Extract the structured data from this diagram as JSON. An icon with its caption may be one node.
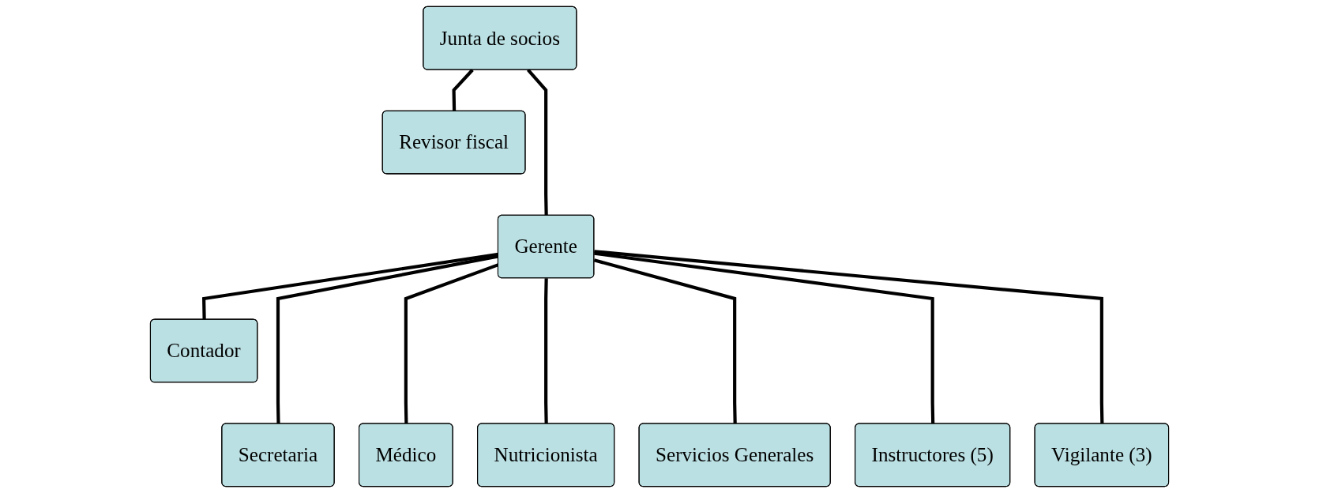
{
  "diagram": {
    "nodes": [
      {
        "text": [
          "Junta de socios"
        ]
      },
      {
        "text": [
          "Revisor fiscal"
        ]
      },
      {
        "text": [
          "Gerente"
        ]
      },
      {
        "text": [
          "Contador"
        ]
      },
      {
        "text": [
          "Secretaria"
        ]
      },
      {
        "text": [
          "Médico"
        ]
      },
      {
        "text": [
          "Nutricionista"
        ]
      },
      {
        "text": [
          "Servicios Generales"
        ]
      },
      {
        "text": [
          "Instructores (5)"
        ]
      },
      {
        "text": [
          "Vigilante (3)"
        ]
      }
    ],
    "edges": [
      {
        "from": 0,
        "to": 2,
        "arrow": "none"
      },
      {
        "from": 0,
        "to": 1,
        "arrow": "none"
      },
      {
        "from": 2,
        "to": 3,
        "arrow": "none"
      },
      {
        "from": 2,
        "to": 4,
        "arrow": "none"
      },
      {
        "from": 2,
        "to": 5,
        "arrow": "none"
      },
      {
        "from": 2,
        "to": 6,
        "arrow": "none"
      },
      {
        "from": 2,
        "to": 7,
        "arrow": "none"
      },
      {
        "from": 2,
        "to": 8,
        "arrow": "none"
      },
      {
        "from": 2,
        "to": 9,
        "arrow": "none"
      }
    ]
  }
}
